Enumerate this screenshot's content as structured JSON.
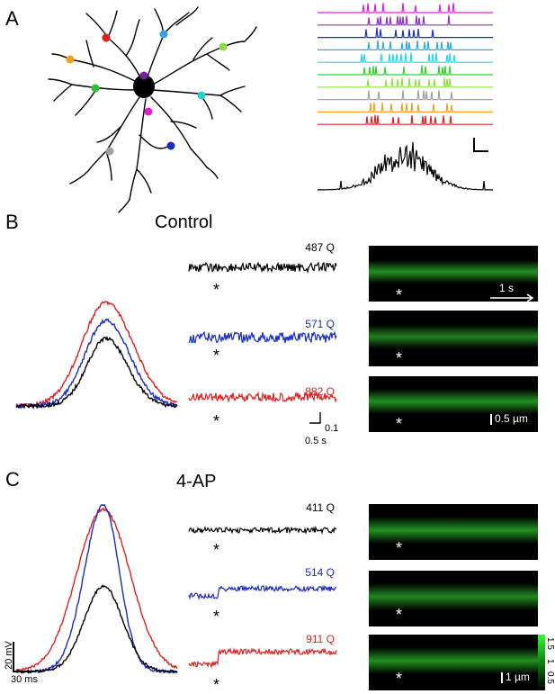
{
  "panels": {
    "a": {
      "letter": "A"
    },
    "b": {
      "letter": "B",
      "title": "Control",
      "charges": [
        "487 Q",
        "571 Q",
        "882 Q"
      ],
      "charge_colors": [
        "#000000",
        "#1a2bc4",
        "#e02020"
      ],
      "scale_text": "0.5 s",
      "scale_y_text": "0.1",
      "time_scale": "1 s",
      "space_scale": "0.5 µm"
    },
    "c": {
      "letter": "C",
      "title": "4-AP",
      "charges": [
        "411 Q",
        "514 Q",
        "911 Q"
      ],
      "charge_colors": [
        "#000000",
        "#1a2bc4",
        "#e02020"
      ],
      "voltage_scale": "20 mV",
      "time_scale": "30 ms",
      "space_scale": "1 µm",
      "colorbar_labels": [
        "1.5",
        "1",
        "0.5"
      ]
    }
  },
  "star": "*",
  "dendrite_dot_colors": [
    "#e02020",
    "#3aa0e0",
    "#8ed84a",
    "#f0a020",
    "#30c030",
    "#7a1fa0",
    "#20d0d0",
    "#e020c0",
    "#a0a0a0",
    "#1a2bc4"
  ],
  "raster_colors": [
    "#e020d8",
    "#8a30c8",
    "#1a2bc4",
    "#2aa8e8",
    "#20d8e8",
    "#30d030",
    "#8ee040",
    "#a0a0a0",
    "#f0a020",
    "#e02020"
  ]
}
